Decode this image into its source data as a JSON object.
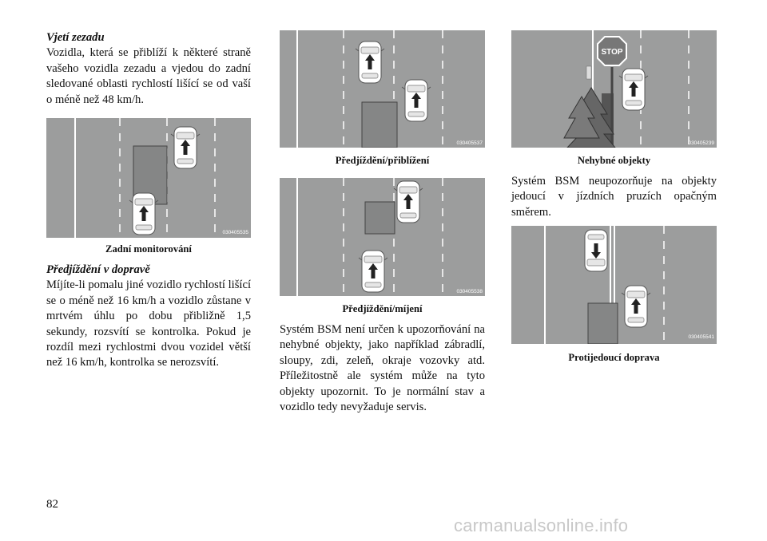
{
  "col1": {
    "heading1": "Vjetí zezadu",
    "para1": "Vozidla, která se přiblíží k některé straně vašeho vozidla zezadu a vjedou do zadní sledované oblasti rychlostí lišící se od vaší o méně než 48 km/h.",
    "fig1_code": "030405535",
    "fig1_caption": "Zadní monitorování",
    "heading2": "Předjíždění v dopravě",
    "para2": "Míjíte-li pomalu jiné vozidlo rychlostí lišící se o méně než 16 km/h a vozidlo zůstane v mrtvém úhlu po dobu přibližně 1,5 sekundy, rozsvítí se kontrolka. Pokud je rozdíl mezi rychlostmi dvou vozidel větší než 16 km/h, kontrolka se nerozsvítí."
  },
  "col2": {
    "fig1_code": "030405537",
    "fig1_caption": "Předjíždění/přiblížení",
    "fig2_code": "030405538",
    "fig2_caption": "Předjíždění/míjení",
    "para1": "Systém BSM není určen k upozorňování na nehybné objekty, jako například zábradlí, sloupy, zdi, zeleň, okraje vozovky atd. Příležitostně ale systém může na tyto objekty upozornit. To je normální stav a vozidlo tedy nevyžaduje servis."
  },
  "col3": {
    "fig1_code": "030405239",
    "stop_sign": "STOP",
    "fig1_caption": "Nehybné objekty",
    "para1": "Systém BSM neupozorňuje na objekty jedoucí v jízdních pruzích opačným směrem.",
    "fig2_code": "030405541",
    "fig2_caption": "Protijedoucí doprava"
  },
  "page_number": "82",
  "watermark": "carmanualsonline.info"
}
